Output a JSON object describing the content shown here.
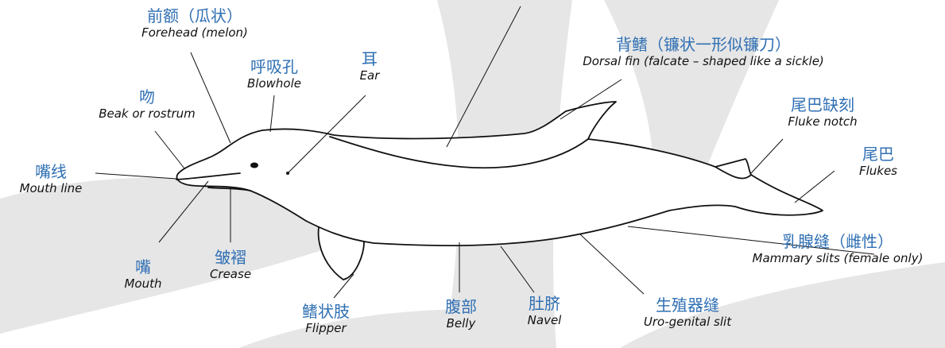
{
  "colors": {
    "chinese_label": "#2f6fb3",
    "english_label": "#111111",
    "outline": "#111111",
    "background_shape": "#e6e6e6"
  },
  "labels": {
    "forehead": {
      "zh": "前额（瓜状）",
      "en": "Forehead (melon)"
    },
    "blowhole": {
      "zh": "呼吸孔",
      "en": "Blowhole"
    },
    "ear": {
      "zh": "耳",
      "en": "Ear"
    },
    "dorsal_fin": {
      "zh": "背鳍（镰状一形似镰刀）",
      "en": "Dorsal fin (falcate – shaped like a sickle)"
    },
    "beak": {
      "zh": "吻",
      "en": "Beak or rostrum"
    },
    "fluke_notch": {
      "zh": "尾巴缺刻",
      "en": "Fluke notch"
    },
    "flukes": {
      "zh": "尾巴",
      "en": "Flukes"
    },
    "mouth_line": {
      "zh": "嘴线",
      "en": "Mouth line"
    },
    "mammary": {
      "zh": "乳腺缝（雌性）",
      "en": "Mammary slits (female only)"
    },
    "mouth": {
      "zh": "嘴",
      "en": "Mouth"
    },
    "crease": {
      "zh": "皱褶",
      "en": "Crease"
    },
    "flipper": {
      "zh": "鳍状肢",
      "en": "Flipper"
    },
    "belly": {
      "zh": "腹部",
      "en": "Belly"
    },
    "navel": {
      "zh": "肚脐",
      "en": "Navel"
    },
    "urogenital": {
      "zh": "生殖器缝",
      "en": "Uro-genital slit"
    }
  }
}
